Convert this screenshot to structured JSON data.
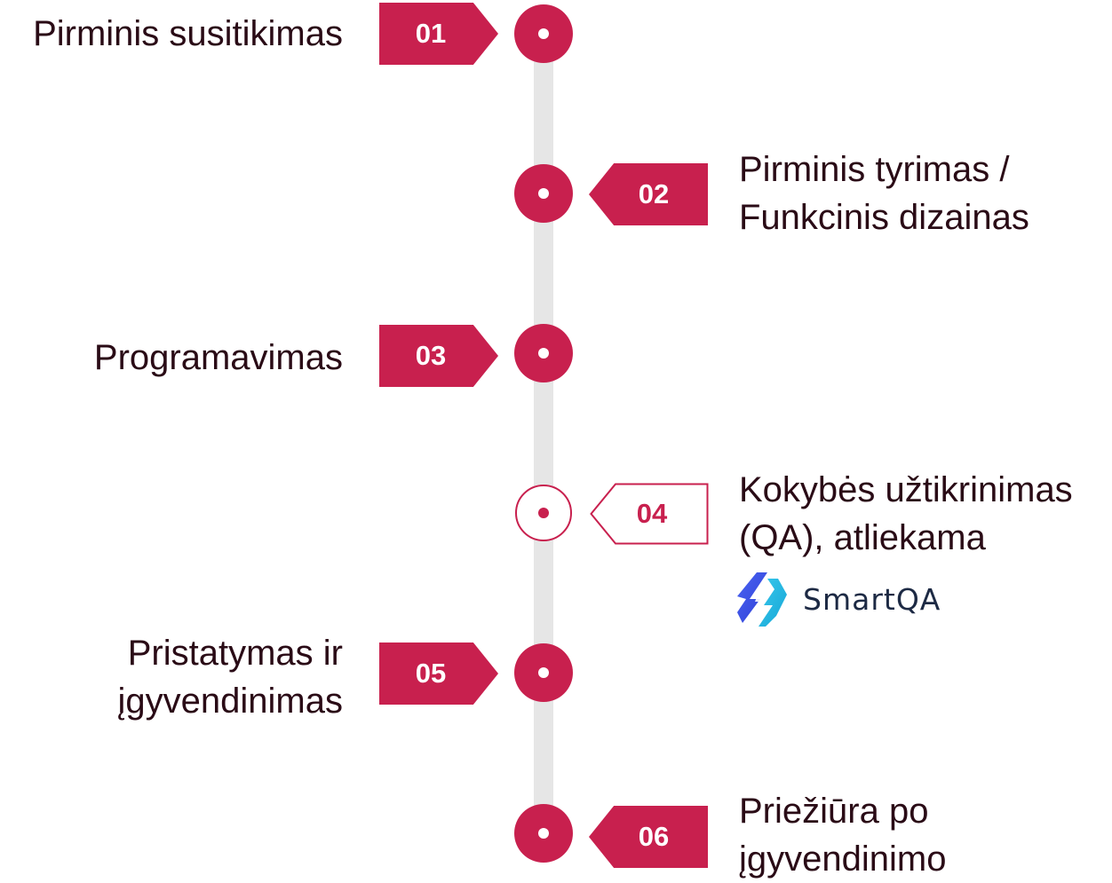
{
  "colors": {
    "accent": "#c8204e",
    "line": "#e6e6e6",
    "text": "#2a0b16"
  },
  "steps": [
    {
      "number": "01",
      "lines": [
        "Pirminis susitikimas"
      ],
      "side": "left"
    },
    {
      "number": "02",
      "lines": [
        "Pirminis tyrimas /",
        "Funkcinis dizainas"
      ],
      "side": "right"
    },
    {
      "number": "03",
      "lines": [
        "Programavimas"
      ],
      "side": "left"
    },
    {
      "number": "04",
      "lines": [
        "Kokybės užtikrinimas",
        "(QA), atliekama"
      ],
      "side": "right",
      "outlined": true
    },
    {
      "number": "05",
      "lines": [
        "Pristatymas ir",
        "įgyvendinimas"
      ],
      "side": "left"
    },
    {
      "number": "06",
      "lines": [
        "Priežiūra po",
        "įgyvendinimo"
      ],
      "side": "right"
    }
  ],
  "logo": {
    "name": "SmartQA",
    "icon": "smartqa-logo-icon"
  }
}
